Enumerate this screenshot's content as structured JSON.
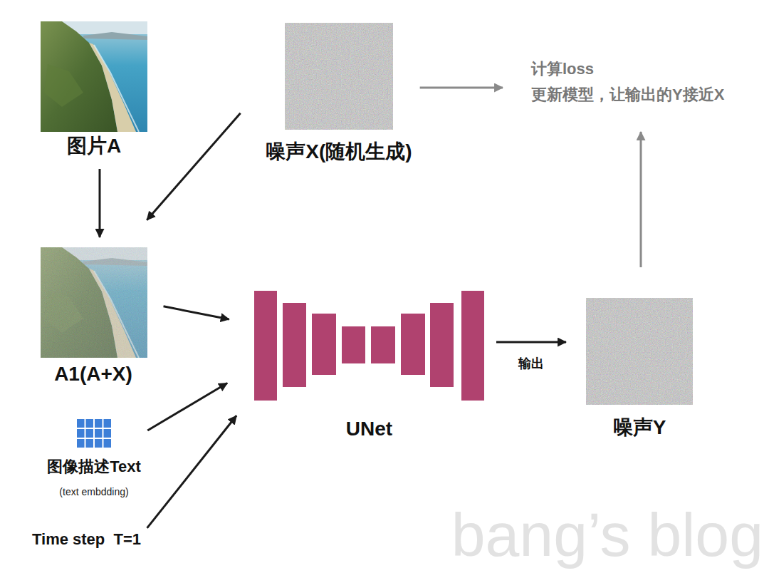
{
  "diagram": {
    "nodes": [
      {
        "text": [
          "图片A"
        ]
      },
      {
        "text": [
          "噪声X(随机生成)"
        ]
      },
      {
        "text": [
          "计算loss",
          "更新模型，让输出的Y接近X"
        ]
      },
      {
        "text": [
          "A1(A+X)"
        ]
      },
      {
        "text": [
          "UNet"
        ]
      },
      {
        "text": [
          "噪声Y"
        ]
      },
      {
        "text": [
          "图像描述Text",
          "(text embdding)"
        ]
      },
      {
        "text": [
          "Time step  T=1"
        ]
      }
    ],
    "edges": [
      {
        "from": 0,
        "to": 3,
        "arrow": "to"
      },
      {
        "from": 1,
        "to": 3,
        "arrow": "to"
      },
      {
        "from": 1,
        "to": 2,
        "arrow": "to"
      },
      {
        "from": 3,
        "to": 4,
        "arrow": "to"
      },
      {
        "from": 6,
        "to": 4,
        "arrow": "to"
      },
      {
        "from": 7,
        "to": 4,
        "arrow": "to"
      },
      {
        "from": 4,
        "to": 5,
        "label": "输出",
        "arrow": "to"
      },
      {
        "from": 5,
        "to": 2,
        "arrow": "to"
      }
    ],
    "labels": [
      "bang’s blog"
    ]
  }
}
